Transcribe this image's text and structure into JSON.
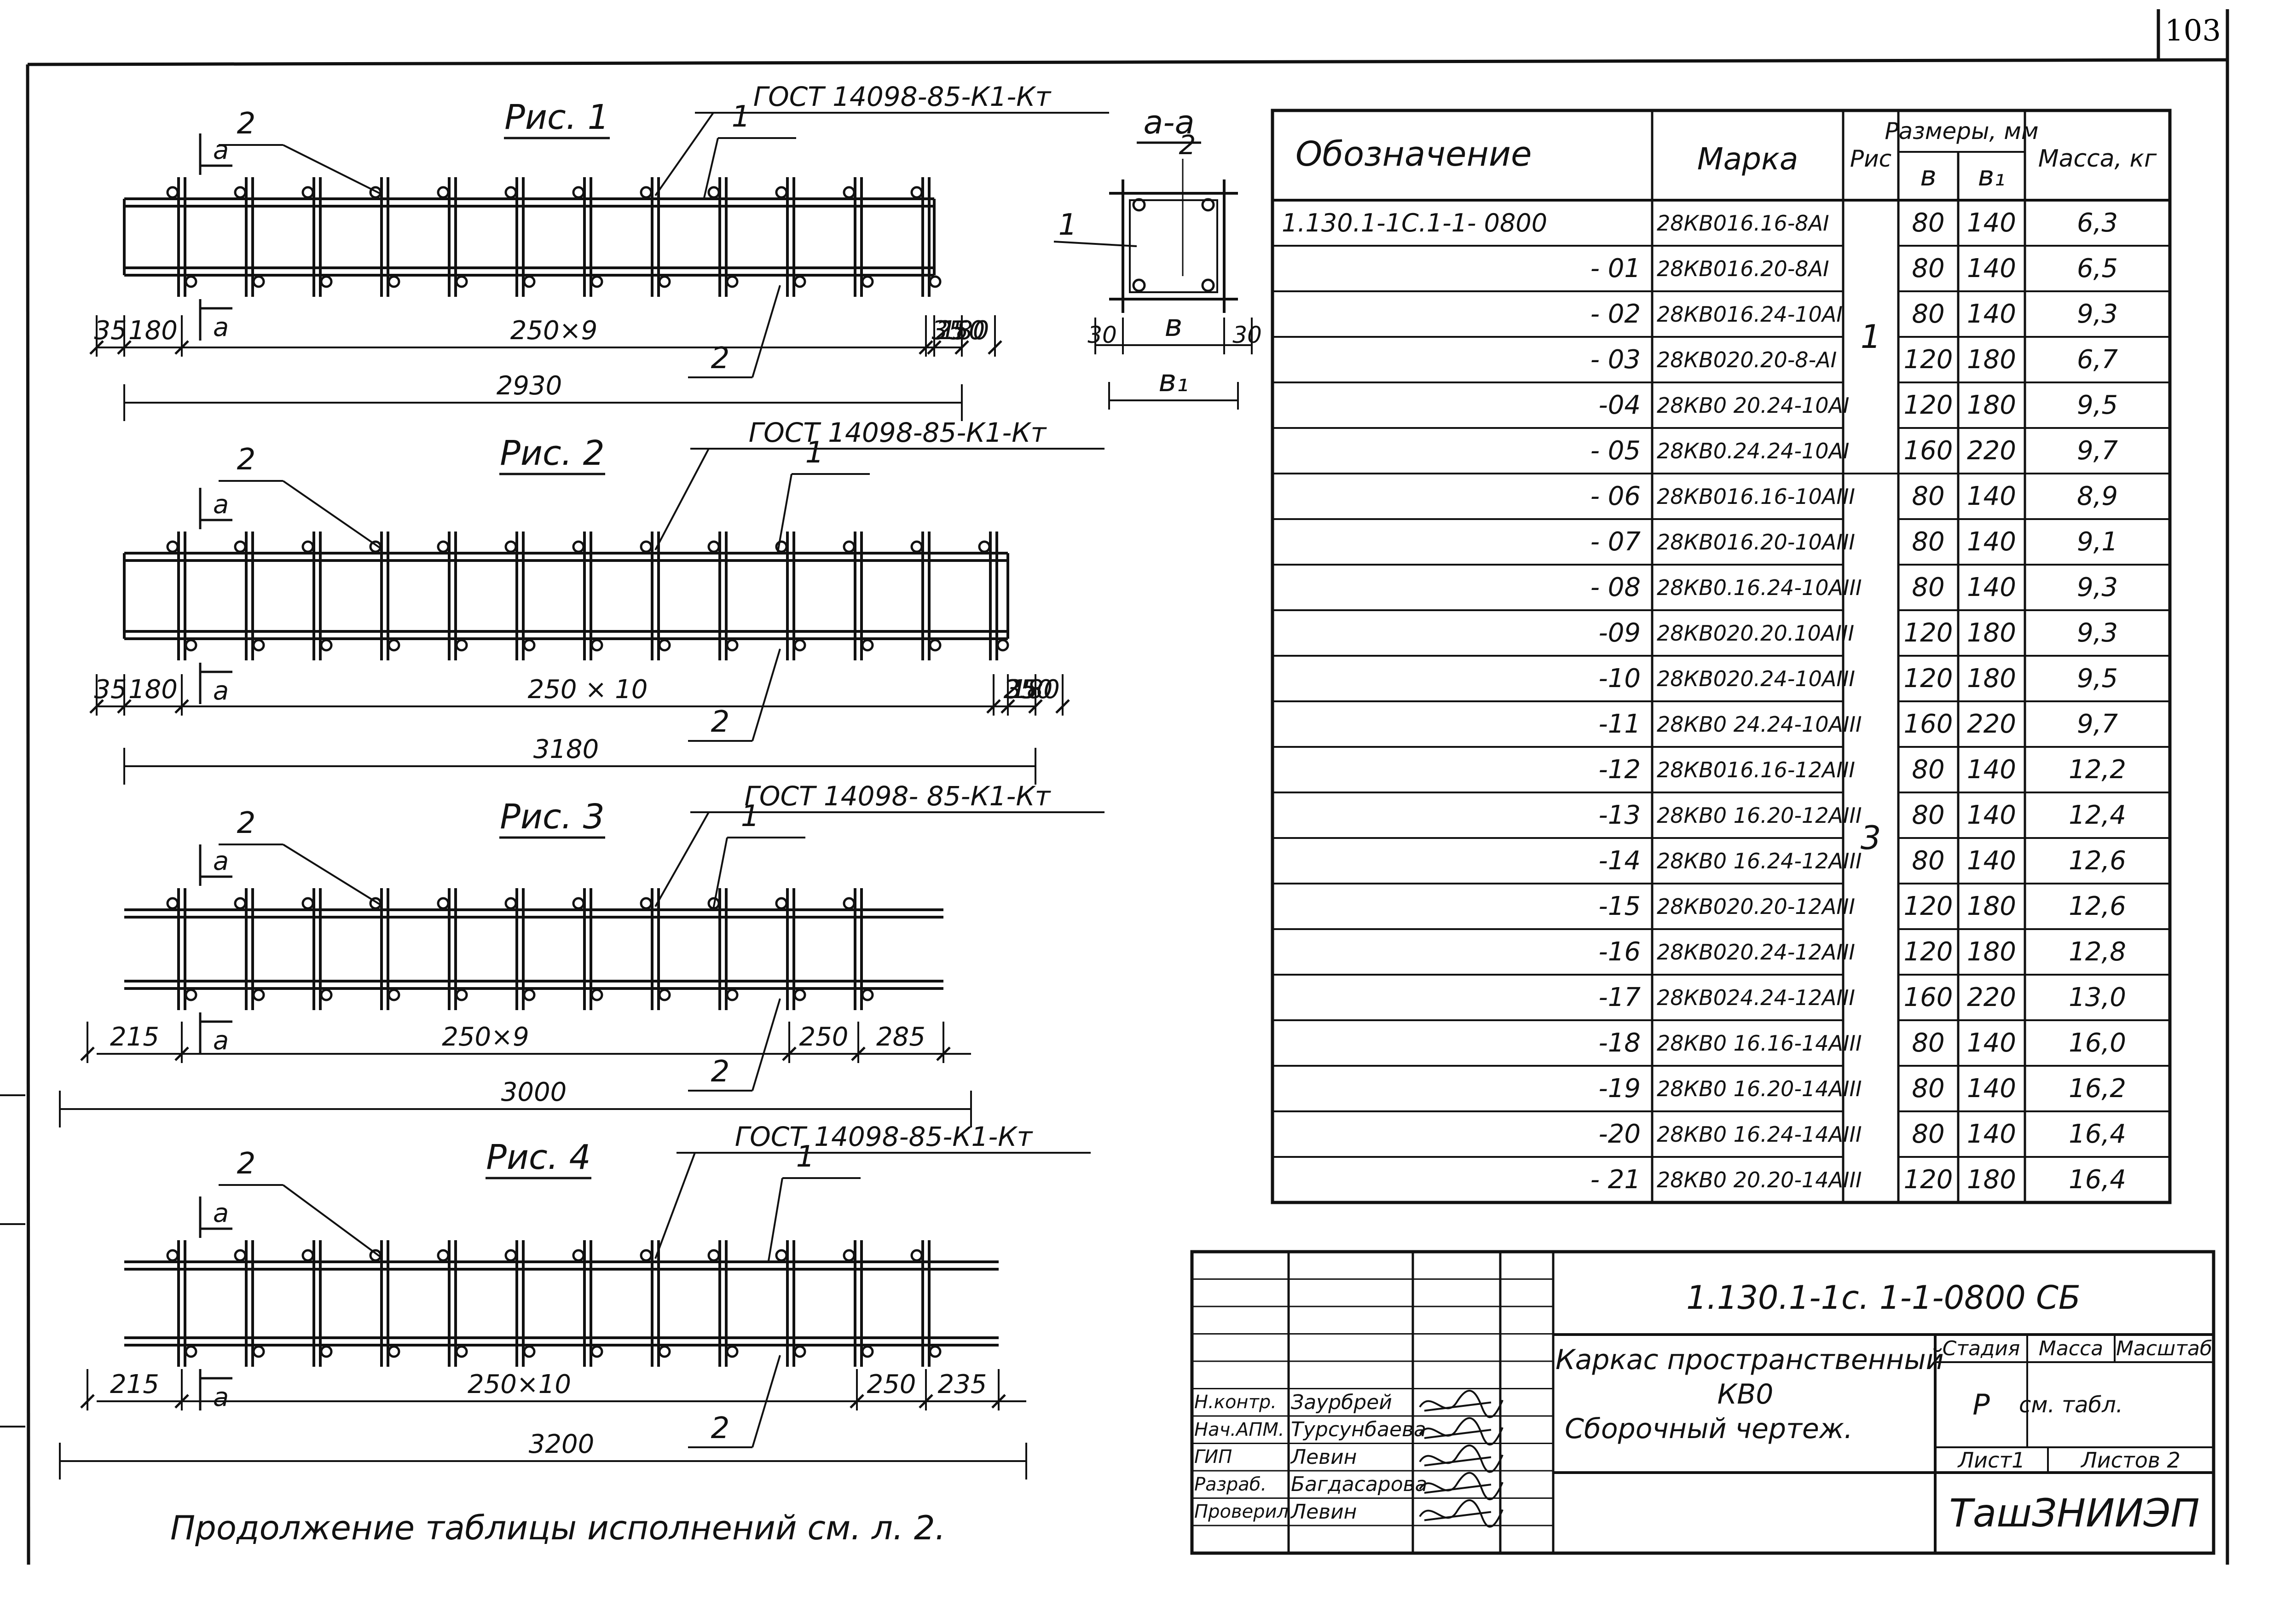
{
  "sheet_number": "103",
  "section_label": "а-а",
  "section_dims": {
    "b": "в",
    "b1": "в₁",
    "side": "30"
  },
  "figures": [
    {
      "title": "Рис. 1",
      "gost": "ГОСТ 14098-85-К1-Кт",
      "dims": [
        "35",
        "180",
        "250×9",
        "250",
        "180",
        "35"
      ],
      "total": "2930"
    },
    {
      "title": "Рис. 2",
      "gost": "ГОСТ 14098-85-К1-Кт",
      "dims": [
        "35",
        "180",
        "250 × 10",
        "250",
        "180",
        "35"
      ],
      "total": "3180"
    },
    {
      "title": "Рис. 3",
      "gost": "ГОСТ 14098- 85-К1-Кт",
      "dims": [
        "215",
        "250×9",
        "250",
        "285"
      ],
      "total": "3000"
    },
    {
      "title": "Рис. 4",
      "gost": "ГОСТ 14098-85-К1-Кт",
      "dims": [
        "215",
        "250×10",
        "250",
        "235"
      ],
      "total": "3200"
    }
  ],
  "callouts": {
    "one": "1",
    "two": "2",
    "cut": "а"
  },
  "table": {
    "headers": {
      "designation": "Обозначение",
      "mark": "Марка",
      "fig": "Рис",
      "sizes": "Размеры, мм",
      "b": "в",
      "b1": "в₁",
      "mass": "Масса, кг"
    },
    "fig_groups": [
      "1",
      "3"
    ],
    "rows": [
      {
        "designation": "1.130.1-1С.1-1- 0800",
        "mark": "28КВ016.16-8АI",
        "b": "80",
        "b1": "140",
        "mass": "6,3"
      },
      {
        "designation": "- 01",
        "mark": "28КВ016.20-8АI",
        "b": "80",
        "b1": "140",
        "mass": "6,5"
      },
      {
        "designation": "- 02",
        "mark": "28КВ016.24-10АI",
        "b": "80",
        "b1": "140",
        "mass": "9,3"
      },
      {
        "designation": "- 03",
        "mark": "28КВ020.20-8-АI",
        "b": "120",
        "b1": "180",
        "mass": "6,7"
      },
      {
        "designation": "-04",
        "mark": "28КВ0 20.24-10АI",
        "b": "120",
        "b1": "180",
        "mass": "9,5"
      },
      {
        "designation": "- 05",
        "mark": "28КВ0.24.24-10АI",
        "b": "160",
        "b1": "220",
        "mass": "9,7"
      },
      {
        "designation": "- 06",
        "mark": "28КВ016.16-10АIII",
        "b": "80",
        "b1": "140",
        "mass": "8,9"
      },
      {
        "designation": "- 07",
        "mark": "28КВ016.20-10АIII",
        "b": "80",
        "b1": "140",
        "mass": "9,1"
      },
      {
        "designation": "- 08",
        "mark": "28КВ0.16.24-10АIII",
        "b": "80",
        "b1": "140",
        "mass": "9,3"
      },
      {
        "designation": "-09",
        "mark": "28КВ020.20.10АIII",
        "b": "120",
        "b1": "180",
        "mass": "9,3"
      },
      {
        "designation": "-10",
        "mark": "28КВ020.24-10АIII",
        "b": "120",
        "b1": "180",
        "mass": "9,5"
      },
      {
        "designation": "-11",
        "mark": "28КВ0 24.24-10АIII",
        "b": "160",
        "b1": "220",
        "mass": "9,7"
      },
      {
        "designation": "-12",
        "mark": "28КВ016.16-12АIII",
        "b": "80",
        "b1": "140",
        "mass": "12,2"
      },
      {
        "designation": "-13",
        "mark": "28КВ0 16.20-12АIII",
        "b": "80",
        "b1": "140",
        "mass": "12,4"
      },
      {
        "designation": "-14",
        "mark": "28КВ0 16.24-12АIII",
        "b": "80",
        "b1": "140",
        "mass": "12,6"
      },
      {
        "designation": "-15",
        "mark": "28КВ020.20-12АIII",
        "b": "120",
        "b1": "180",
        "mass": "12,6"
      },
      {
        "designation": "-16",
        "mark": "28КВ020.24-12АIII",
        "b": "120",
        "b1": "180",
        "mass": "12,8"
      },
      {
        "designation": "-17",
        "mark": "28КВ024.24-12АIII",
        "b": "160",
        "b1": "220",
        "mass": "13,0"
      },
      {
        "designation": "-18",
        "mark": "28КВ0 16.16-14АIII",
        "b": "80",
        "b1": "140",
        "mass": "16,0"
      },
      {
        "designation": "-19",
        "mark": "28КВ0 16.20-14АIII",
        "b": "80",
        "b1": "140",
        "mass": "16,2"
      },
      {
        "designation": "-20",
        "mark": "28КВ0 16.24-14АIII",
        "b": "80",
        "b1": "140",
        "mass": "16,4"
      },
      {
        "designation": "- 21",
        "mark": "28КВ0 20.20-14АIII",
        "b": "120",
        "b1": "180",
        "mass": "16,4"
      }
    ]
  },
  "title_block": {
    "doc_code": "1.130.1-1с. 1-1-0800 СБ",
    "title_line1": "Каркас пространственный",
    "title_line2": "КВ0",
    "title_line3": "Сборочный чертеж.",
    "stage_label": "Стадия",
    "mass_label": "Масса",
    "scale_label": "Масштаб",
    "stage_value": "Р",
    "mass_value": "см. табл.",
    "sheet_label": "Лист1",
    "sheets_label": "Листов 2",
    "organization": "ТашЗНИИЭП",
    "roles": [
      "Н.контр.",
      "Нач.АПМ.",
      "ГИП",
      "Разраб.",
      "Проверил"
    ],
    "names": [
      "Заурбрей",
      "Турсунбаева",
      "Левин",
      "Багдасарова",
      "Левин"
    ],
    "signatures": [
      "Заур",
      "Турс",
      "Левин",
      "Багд",
      "Левин"
    ]
  },
  "footnote": "Продолжение таблицы исполнений см. л. 2."
}
